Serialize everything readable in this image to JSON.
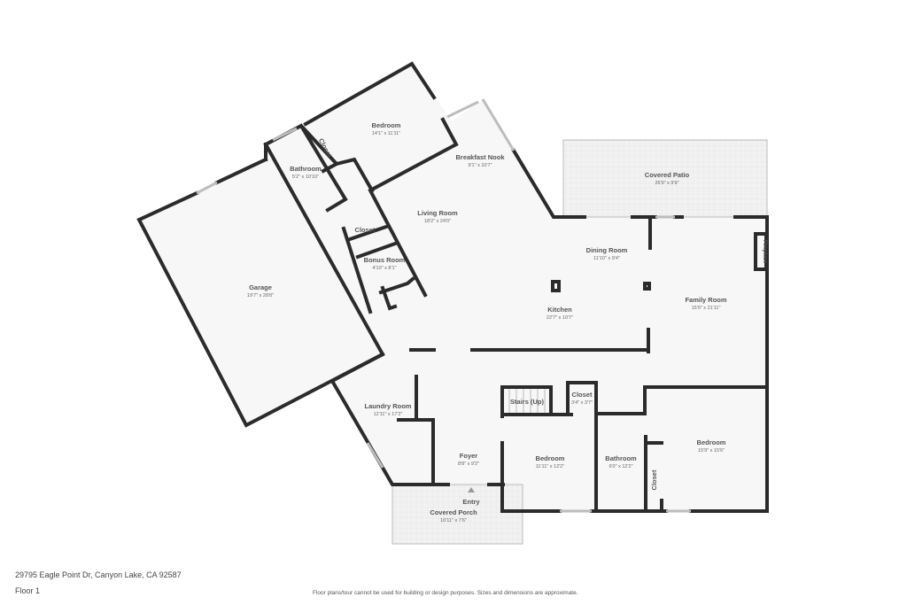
{
  "rooms": [
    {
      "name": "Bedroom",
      "dims": "14'1\" x 11'11\""
    },
    {
      "name": "Bathroom",
      "dims": "5'2\" x 10'10\""
    },
    {
      "name": "Closet",
      "dims": ""
    },
    {
      "name": "Breakfast Nook",
      "dims": "9'1\" x 10'7\""
    },
    {
      "name": "Living Room",
      "dims": "18'2\" x 24'0\""
    },
    {
      "name": "Closet",
      "dims": ""
    },
    {
      "name": "Bonus Room",
      "dims": "4'10\" x 8'1\""
    },
    {
      "name": "Garage",
      "dims": "19'7\" x 28'8\""
    },
    {
      "name": "Covered Patio",
      "dims": "26'9\" x 9'9\""
    },
    {
      "name": "Dining Room",
      "dims": "11'10\" x 9'4\""
    },
    {
      "name": "Fireplace",
      "dims": ""
    },
    {
      "name": "Kitchen",
      "dims": "22'7\" x 10'7\""
    },
    {
      "name": "Family Room",
      "dims": "15'9\" x 21'11\""
    },
    {
      "name": "Laundry Room",
      "dims": "12'11\" x 17'2\""
    },
    {
      "name": "Stairs (Up)",
      "dims": ""
    },
    {
      "name": "Closet",
      "dims": "3'4\" x 3'7\""
    },
    {
      "name": "Foyer",
      "dims": "8'8\" x 9'2\""
    },
    {
      "name": "Bedroom",
      "dims": "11'11\" x 12'2\""
    },
    {
      "name": "Bathroom",
      "dims": "6'0\" x 12'2\""
    },
    {
      "name": "Closet",
      "dims": ""
    },
    {
      "name": "Bedroom",
      "dims": "15'9\" x 15'6\""
    },
    {
      "name": "Entry",
      "dims": ""
    },
    {
      "name": "Covered Porch",
      "dims": "16'11\" x 7'6\""
    }
  ],
  "footer": {
    "address": "29795 Eagle Point Dr, Canyon Lake, CA 92587",
    "floor": "Floor 1",
    "disclaimer": "Floor plans/tour cannot be used for building or design purposes. Sizes and dimensions are approximate."
  }
}
